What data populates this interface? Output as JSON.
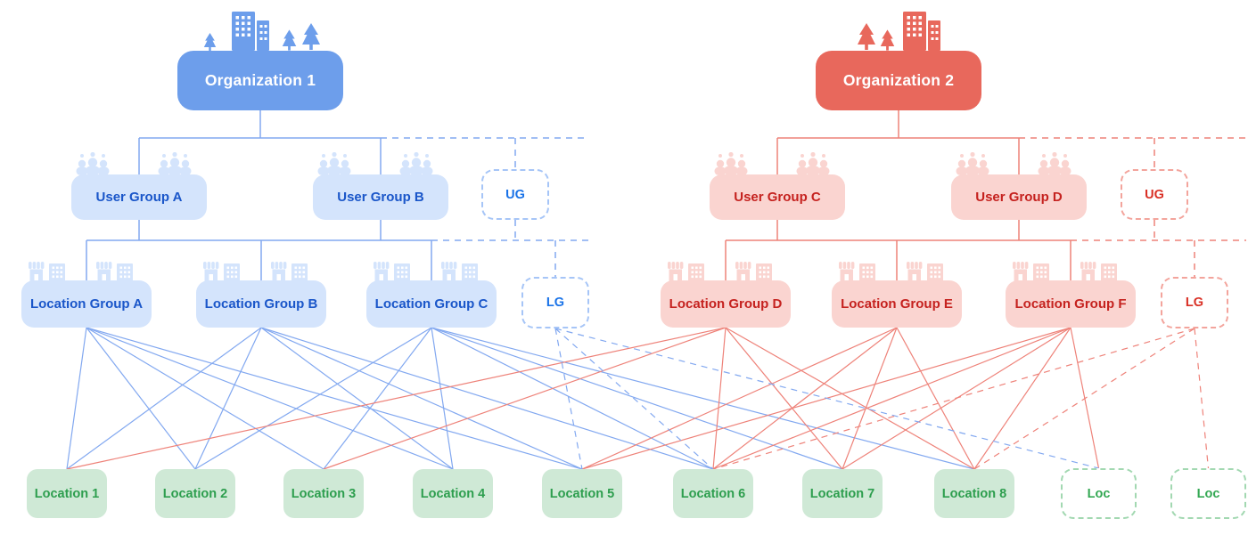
{
  "palette": {
    "blue": "#6d9eeb",
    "blue_light": "#d4e4fc",
    "blue_text": "#1a56c9",
    "blue_ghost_text": "#1a73e8",
    "blue_line": "#82a8f0",
    "red": "#e8685c",
    "red_light": "#fad4d0",
    "red_text": "#c5221f",
    "red_ghost_text": "#d93025",
    "red_line": "#ee8279",
    "green_light": "#cfe9d6",
    "green_text": "#2d9e4e",
    "green_ghost_text": "#34a853"
  },
  "diagram": {
    "organizations": [
      {
        "id": "org1",
        "label": "Organization 1",
        "color": "blue"
      },
      {
        "id": "org2",
        "label": "Organization 2",
        "color": "red"
      }
    ],
    "user_groups": [
      {
        "id": "uga",
        "label": "User Group A",
        "color": "blue"
      },
      {
        "id": "ugb",
        "label": "User Group B",
        "color": "blue"
      },
      {
        "id": "ugc",
        "label": "User Group C",
        "color": "red"
      },
      {
        "id": "ugd",
        "label": "User Group D",
        "color": "red"
      }
    ],
    "user_group_ghosts": [
      {
        "id": "ugg_b",
        "label": "UG",
        "color": "blue"
      },
      {
        "id": "ugg_r",
        "label": "UG",
        "color": "red"
      }
    ],
    "location_groups": [
      {
        "id": "lga",
        "label": "Location Group A",
        "color": "blue"
      },
      {
        "id": "lgb",
        "label": "Location Group B",
        "color": "blue"
      },
      {
        "id": "lgc",
        "label": "Location Group C",
        "color": "blue"
      },
      {
        "id": "lgd",
        "label": "Location Group D",
        "color": "red"
      },
      {
        "id": "lge",
        "label": "Location Group E",
        "color": "red"
      },
      {
        "id": "lgf",
        "label": "Location Group F",
        "color": "red"
      }
    ],
    "location_group_ghosts": [
      {
        "id": "lgg_b",
        "label": "LG",
        "color": "blue"
      },
      {
        "id": "lgg_r",
        "label": "LG",
        "color": "red"
      }
    ],
    "locations": [
      {
        "id": "loc1",
        "label": "Location 1"
      },
      {
        "id": "loc2",
        "label": "Location 2"
      },
      {
        "id": "loc3",
        "label": "Location 3"
      },
      {
        "id": "loc4",
        "label": "Location 4"
      },
      {
        "id": "loc5",
        "label": "Location 5"
      },
      {
        "id": "loc6",
        "label": "Location 6"
      },
      {
        "id": "loc7",
        "label": "Location 7"
      },
      {
        "id": "loc8",
        "label": "Location 8"
      }
    ],
    "location_ghosts": [
      {
        "id": "locg1",
        "label": "Loc"
      },
      {
        "id": "locg2",
        "label": "Loc"
      }
    ],
    "trees": [
      {
        "org": "org1",
        "user_groups": [
          "uga",
          "ugb"
        ],
        "ug_ghost": "ugg_b",
        "location_groups": [
          "lga",
          "lgb",
          "lgc"
        ],
        "lg_ghost": "lgg_b",
        "color": "blue"
      },
      {
        "org": "org2",
        "user_groups": [
          "ugc",
          "ugd"
        ],
        "ug_ghost": "ugg_r",
        "location_groups": [
          "lgd",
          "lge",
          "lgf"
        ],
        "lg_ghost": "lgg_r",
        "color": "red"
      }
    ],
    "edges": [
      {
        "from": "lga",
        "to": "loc1",
        "style": "solid",
        "color": "blue"
      },
      {
        "from": "lga",
        "to": "loc2",
        "style": "solid",
        "color": "blue"
      },
      {
        "from": "lga",
        "to": "loc3",
        "style": "solid",
        "color": "blue"
      },
      {
        "from": "lga",
        "to": "loc4",
        "style": "solid",
        "color": "blue"
      },
      {
        "from": "lga",
        "to": "loc5",
        "style": "solid",
        "color": "blue"
      },
      {
        "from": "lgb",
        "to": "loc1",
        "style": "solid",
        "color": "blue"
      },
      {
        "from": "lgb",
        "to": "loc2",
        "style": "solid",
        "color": "blue"
      },
      {
        "from": "lgb",
        "to": "loc4",
        "style": "solid",
        "color": "blue"
      },
      {
        "from": "lgb",
        "to": "loc5",
        "style": "solid",
        "color": "blue"
      },
      {
        "from": "lgb",
        "to": "loc6",
        "style": "solid",
        "color": "blue"
      },
      {
        "from": "lgc",
        "to": "loc2",
        "style": "solid",
        "color": "blue"
      },
      {
        "from": "lgc",
        "to": "loc3",
        "style": "solid",
        "color": "blue"
      },
      {
        "from": "lgc",
        "to": "loc4",
        "style": "solid",
        "color": "blue"
      },
      {
        "from": "lgc",
        "to": "loc6",
        "style": "solid",
        "color": "blue"
      },
      {
        "from": "lgc",
        "to": "loc7",
        "style": "solid",
        "color": "blue"
      },
      {
        "from": "lgc",
        "to": "loc8",
        "style": "solid",
        "color": "blue"
      },
      {
        "from": "lgd",
        "to": "loc1",
        "style": "solid",
        "color": "red"
      },
      {
        "from": "lgd",
        "to": "loc3",
        "style": "solid",
        "color": "red"
      },
      {
        "from": "lgd",
        "to": "loc6",
        "style": "solid",
        "color": "red"
      },
      {
        "from": "lgd",
        "to": "loc7",
        "style": "solid",
        "color": "red"
      },
      {
        "from": "lgd",
        "to": "loc8",
        "style": "solid",
        "color": "red"
      },
      {
        "from": "lge",
        "to": "loc5",
        "style": "solid",
        "color": "red"
      },
      {
        "from": "lge",
        "to": "loc6",
        "style": "solid",
        "color": "red"
      },
      {
        "from": "lge",
        "to": "loc7",
        "style": "solid",
        "color": "red"
      },
      {
        "from": "lge",
        "to": "loc8",
        "style": "solid",
        "color": "red"
      },
      {
        "from": "lgf",
        "to": "loc5",
        "style": "solid",
        "color": "red"
      },
      {
        "from": "lgf",
        "to": "loc6",
        "style": "solid",
        "color": "red"
      },
      {
        "from": "lgf",
        "to": "loc7",
        "style": "solid",
        "color": "red"
      },
      {
        "from": "lgf",
        "to": "loc8",
        "style": "solid",
        "color": "red"
      },
      {
        "from": "lgf",
        "to": "locg1",
        "style": "solid",
        "color": "red"
      },
      {
        "from": "lgg_b",
        "to": "loc5",
        "style": "dashed",
        "color": "blue"
      },
      {
        "from": "lgg_b",
        "to": "loc6",
        "style": "dashed",
        "color": "blue"
      },
      {
        "from": "lgg_b",
        "to": "locg1",
        "style": "dashed",
        "color": "blue"
      },
      {
        "from": "lgg_r",
        "to": "loc6",
        "style": "dashed",
        "color": "red"
      },
      {
        "from": "lgg_r",
        "to": "loc8",
        "style": "dashed",
        "color": "red"
      },
      {
        "from": "lgg_r",
        "to": "locg2",
        "style": "dashed",
        "color": "red"
      }
    ]
  }
}
